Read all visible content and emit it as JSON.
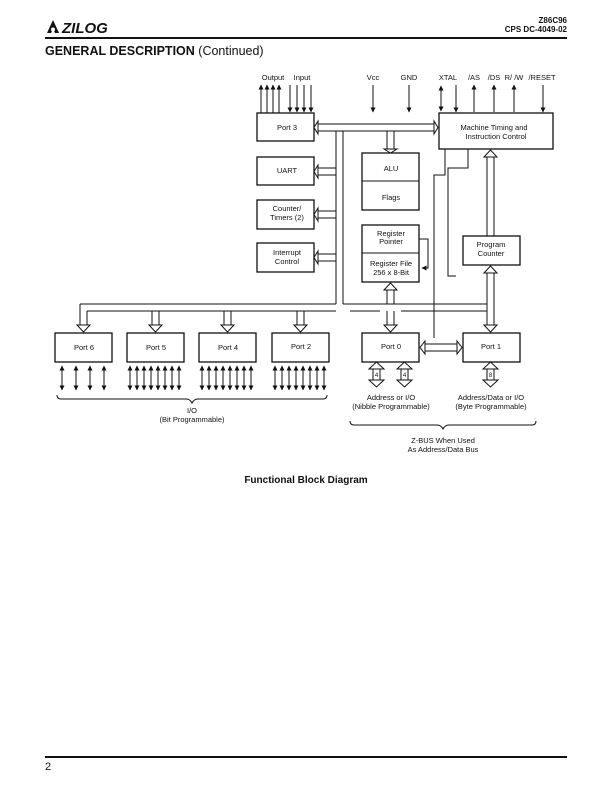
{
  "header": {
    "logo_text": "ZILOG",
    "product": "Z86C96",
    "doc_number": "CPS DC-4049-02"
  },
  "section": {
    "title": "GENERAL DESCRIPTION",
    "continued": "(Continued)"
  },
  "diagram": {
    "signals": {
      "output": "Output",
      "input": "Input",
      "vcc": "Vcc",
      "gnd": "GND",
      "xtal": "XTAL",
      "as": "/AS",
      "ds": "/DS",
      "rw": "R/ /W",
      "reset": "/RESET"
    },
    "blocks": {
      "port3": "Port 3",
      "uart": "UART",
      "counter_line1": "Counter/",
      "counter_line2": "Timers (2)",
      "interrupt_line1": "Interrupt",
      "interrupt_line2": "Control",
      "alu": "ALU",
      "flags": "Flags",
      "reg_pointer_line1": "Register",
      "reg_pointer_line2": "Pointer",
      "reg_file_line1": "Register File",
      "reg_file_line2": "256 x 8-Bit",
      "machine_line1": "Machine Timing and",
      "machine_line2": "Instruction Control",
      "pc_line1": "Program",
      "pc_line2": "Counter",
      "port6": "Port 6",
      "port5": "Port 5",
      "port4": "Port 4",
      "port2": "Port 2",
      "port0": "Port 0",
      "port1": "Port 1"
    },
    "bus_widths": {
      "port0_a": "4",
      "port0_b": "4",
      "port1": "8"
    },
    "labels": {
      "io_line1": "I/O",
      "io_line2": "(Bit Programmable)",
      "port0_line1": "Address or I/O",
      "port0_line2": "(Nibble Programmable)",
      "port1_line1": "Address/Data or I/O",
      "port1_line2": "(Byte Programmable)",
      "zbus_line1": "Z-BUS When Used",
      "zbus_line2": "As Address/Data Bus"
    }
  },
  "caption": "Functional Block Diagram",
  "footer": {
    "page_number": "2"
  }
}
